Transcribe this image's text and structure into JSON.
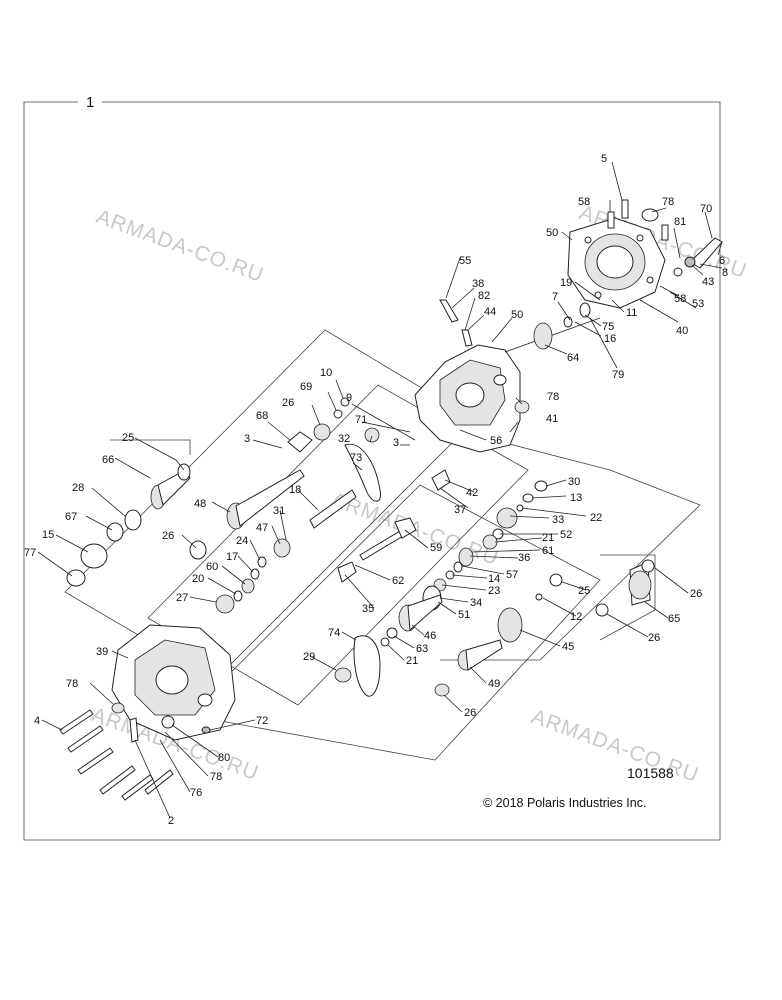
{
  "diagram": {
    "assembly_number": "1",
    "figure_number": "101588",
    "copyright": "© 2018 Polaris Industries Inc.",
    "watermark": "ARMADA-CO.RU"
  },
  "callouts": [
    {
      "id": "c5",
      "text": "5"
    },
    {
      "id": "c58a",
      "text": "58"
    },
    {
      "id": "c78a",
      "text": "78"
    },
    {
      "id": "c70",
      "text": "70"
    },
    {
      "id": "c50a",
      "text": "50"
    },
    {
      "id": "c81",
      "text": "81"
    },
    {
      "id": "c6",
      "text": "6"
    },
    {
      "id": "c43",
      "text": "43"
    },
    {
      "id": "c8",
      "text": "8"
    },
    {
      "id": "c55",
      "text": "55"
    },
    {
      "id": "c19",
      "text": "19"
    },
    {
      "id": "c58b",
      "text": "58"
    },
    {
      "id": "c53",
      "text": "53"
    },
    {
      "id": "c38",
      "text": "38"
    },
    {
      "id": "c82",
      "text": "82"
    },
    {
      "id": "c7",
      "text": "7"
    },
    {
      "id": "c11",
      "text": "11"
    },
    {
      "id": "c40",
      "text": "40"
    },
    {
      "id": "c44",
      "text": "44"
    },
    {
      "id": "c50b",
      "text": "50"
    },
    {
      "id": "c75",
      "text": "75"
    },
    {
      "id": "c16",
      "text": "16"
    },
    {
      "id": "c64",
      "text": "64"
    },
    {
      "id": "c79",
      "text": "79"
    },
    {
      "id": "c10",
      "text": "10"
    },
    {
      "id": "c69",
      "text": "69"
    },
    {
      "id": "c78b",
      "text": "78"
    },
    {
      "id": "c26a",
      "text": "26"
    },
    {
      "id": "c9",
      "text": "9"
    },
    {
      "id": "c41",
      "text": "41"
    },
    {
      "id": "c68",
      "text": "68"
    },
    {
      "id": "c71",
      "text": "71"
    },
    {
      "id": "c32",
      "text": "32"
    },
    {
      "id": "c3a",
      "text": "3"
    },
    {
      "id": "c56",
      "text": "56"
    },
    {
      "id": "c3b",
      "text": "3"
    },
    {
      "id": "c25a",
      "text": "25"
    },
    {
      "id": "c73",
      "text": "73"
    },
    {
      "id": "c30",
      "text": "30"
    },
    {
      "id": "c66",
      "text": "66"
    },
    {
      "id": "c13",
      "text": "13"
    },
    {
      "id": "c42",
      "text": "42"
    },
    {
      "id": "c18",
      "text": "18"
    },
    {
      "id": "c22",
      "text": "22"
    },
    {
      "id": "c28",
      "text": "28"
    },
    {
      "id": "c48",
      "text": "48"
    },
    {
      "id": "c37",
      "text": "37"
    },
    {
      "id": "c33",
      "text": "33"
    },
    {
      "id": "c31",
      "text": "31"
    },
    {
      "id": "c67",
      "text": "67"
    },
    {
      "id": "c52",
      "text": "52"
    },
    {
      "id": "c47",
      "text": "47"
    },
    {
      "id": "c59",
      "text": "59"
    },
    {
      "id": "c21a",
      "text": "21"
    },
    {
      "id": "c15",
      "text": "15"
    },
    {
      "id": "c26b",
      "text": "26"
    },
    {
      "id": "c24",
      "text": "24"
    },
    {
      "id": "c61",
      "text": "61"
    },
    {
      "id": "c36",
      "text": "36"
    },
    {
      "id": "c77",
      "text": "77"
    },
    {
      "id": "c17",
      "text": "17"
    },
    {
      "id": "c57",
      "text": "57"
    },
    {
      "id": "c62",
      "text": "62"
    },
    {
      "id": "c14",
      "text": "14"
    },
    {
      "id": "c60",
      "text": "60"
    },
    {
      "id": "c23",
      "text": "23"
    },
    {
      "id": "c20",
      "text": "20"
    },
    {
      "id": "c25b",
      "text": "25"
    },
    {
      "id": "c26c",
      "text": "26"
    },
    {
      "id": "c34",
      "text": "34"
    },
    {
      "id": "c27",
      "text": "27"
    },
    {
      "id": "c35",
      "text": "35"
    },
    {
      "id": "c51",
      "text": "51"
    },
    {
      "id": "c12",
      "text": "12"
    },
    {
      "id": "c65",
      "text": "65"
    },
    {
      "id": "c26d",
      "text": "26"
    },
    {
      "id": "c74",
      "text": "74"
    },
    {
      "id": "c46",
      "text": "46"
    },
    {
      "id": "c45",
      "text": "45"
    },
    {
      "id": "c39",
      "text": "39"
    },
    {
      "id": "c63",
      "text": "63"
    },
    {
      "id": "c29",
      "text": "29"
    },
    {
      "id": "c21b",
      "text": "21"
    },
    {
      "id": "c49",
      "text": "49"
    },
    {
      "id": "c78c",
      "text": "78"
    },
    {
      "id": "c26e",
      "text": "26"
    },
    {
      "id": "c4",
      "text": "4"
    },
    {
      "id": "c72",
      "text": "72"
    },
    {
      "id": "c80",
      "text": "80"
    },
    {
      "id": "c78d",
      "text": "78"
    },
    {
      "id": "c76",
      "text": "76"
    },
    {
      "id": "c2",
      "text": "2"
    }
  ]
}
